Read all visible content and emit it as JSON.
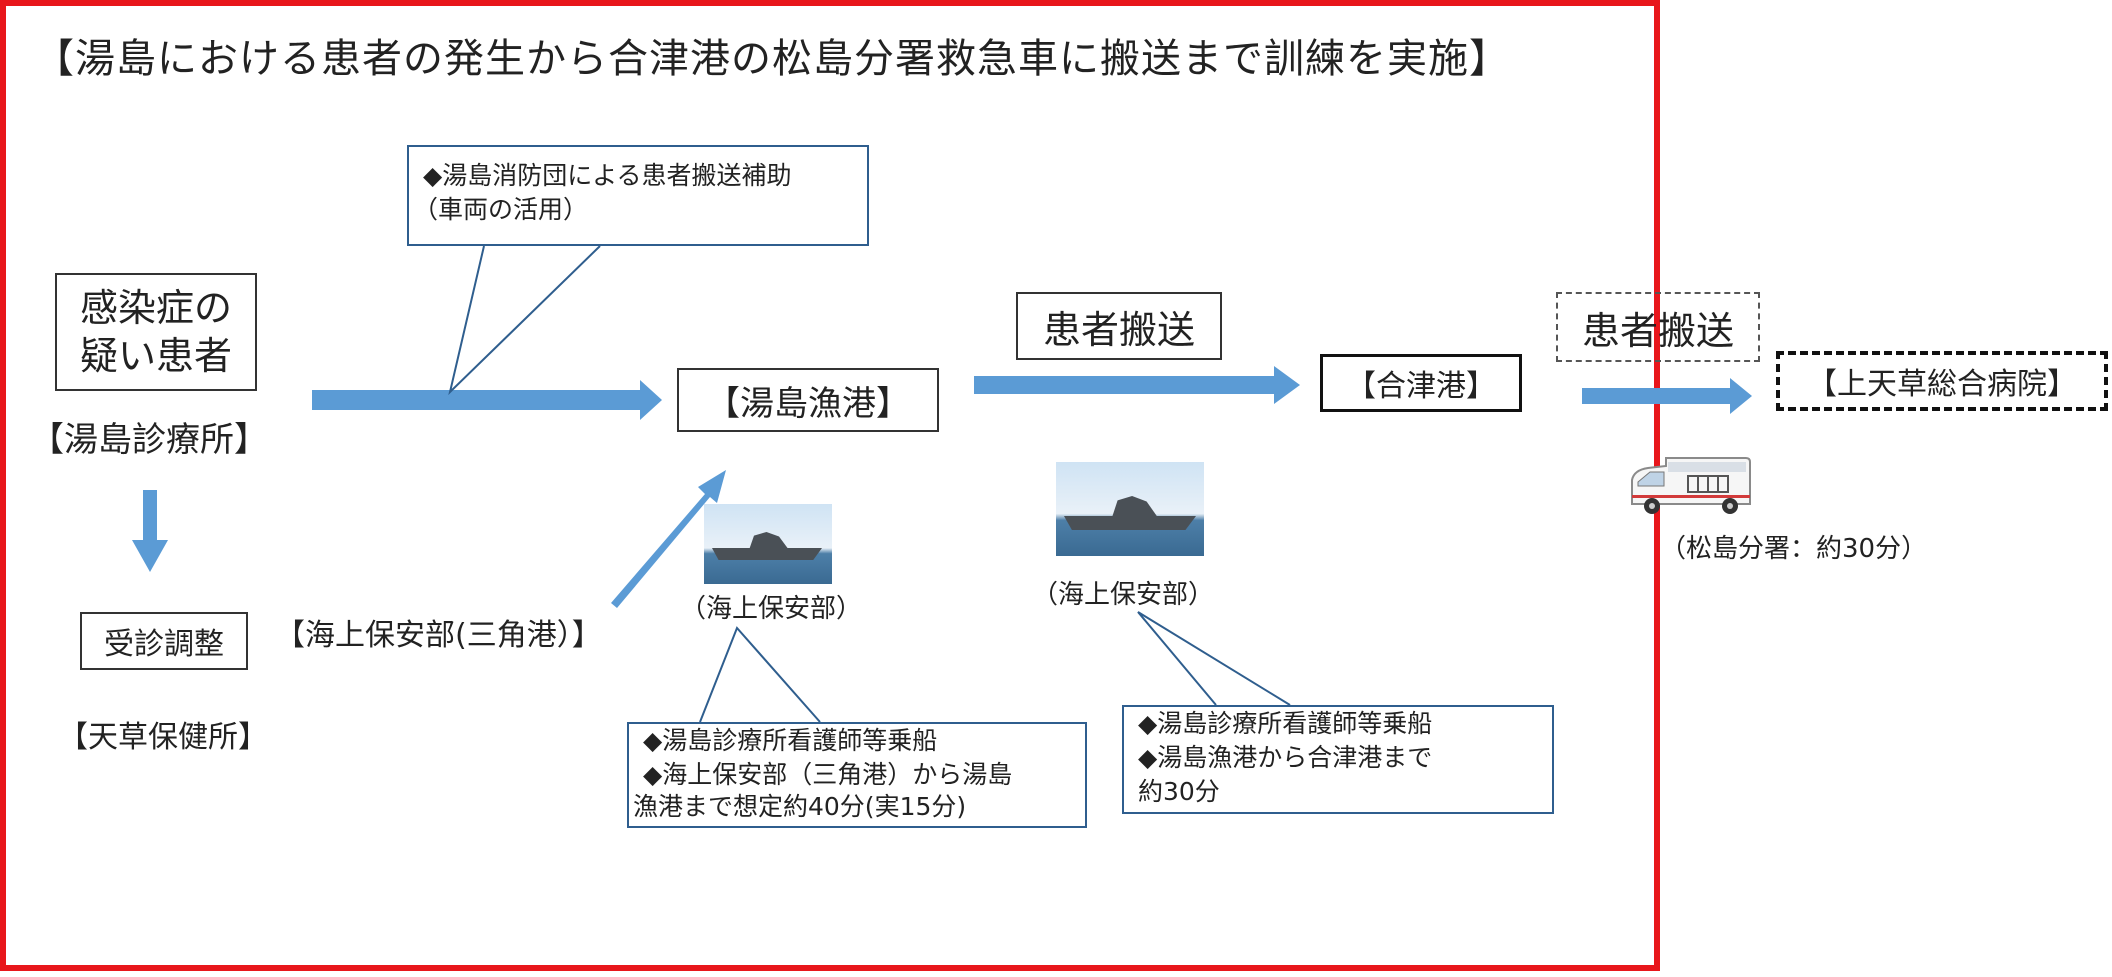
{
  "title": "【湯島における患者の発生から合津港の松島分署救急車に搬送まで訓練を実施】",
  "nodes": {
    "patient": "感染症の\n疑い患者",
    "clinic": "【湯島診療所】",
    "exam_adjust": "受診調整",
    "health_center": "【天草保健所】",
    "coast_guard_origin": "【海上保安部(三角港）】",
    "yushima_port": "【湯島漁港】",
    "transport1": "患者搬送",
    "aitsu_port": "【合津港】",
    "transport2": "患者搬送",
    "hospital": "【上天草総合病院】"
  },
  "captions": {
    "ship1": "（海上保安部）",
    "ship2": "（海上保安部）",
    "ambulance": "（松島分署：約30分）"
  },
  "callouts": {
    "fire_brigade": {
      "line1": "◆湯島消防団による患者搬送補助",
      "line2": "（車両の活用）"
    },
    "ship1_note": {
      "line1": "◆湯島診療所看護師等乗船",
      "line2": "◆海上保安部（三角港）から湯島",
      "line3": "漁港まで想定約40分(実15分)"
    },
    "ship2_note": {
      "line1": "◆湯島診療所看護師等乗船",
      "line2": "◆湯島漁港から合津港まで",
      "line3": "約30分"
    }
  },
  "colors": {
    "frame": "#e8161b",
    "arrow": "#5b9bd5",
    "callout_border": "#2f5e8e"
  }
}
